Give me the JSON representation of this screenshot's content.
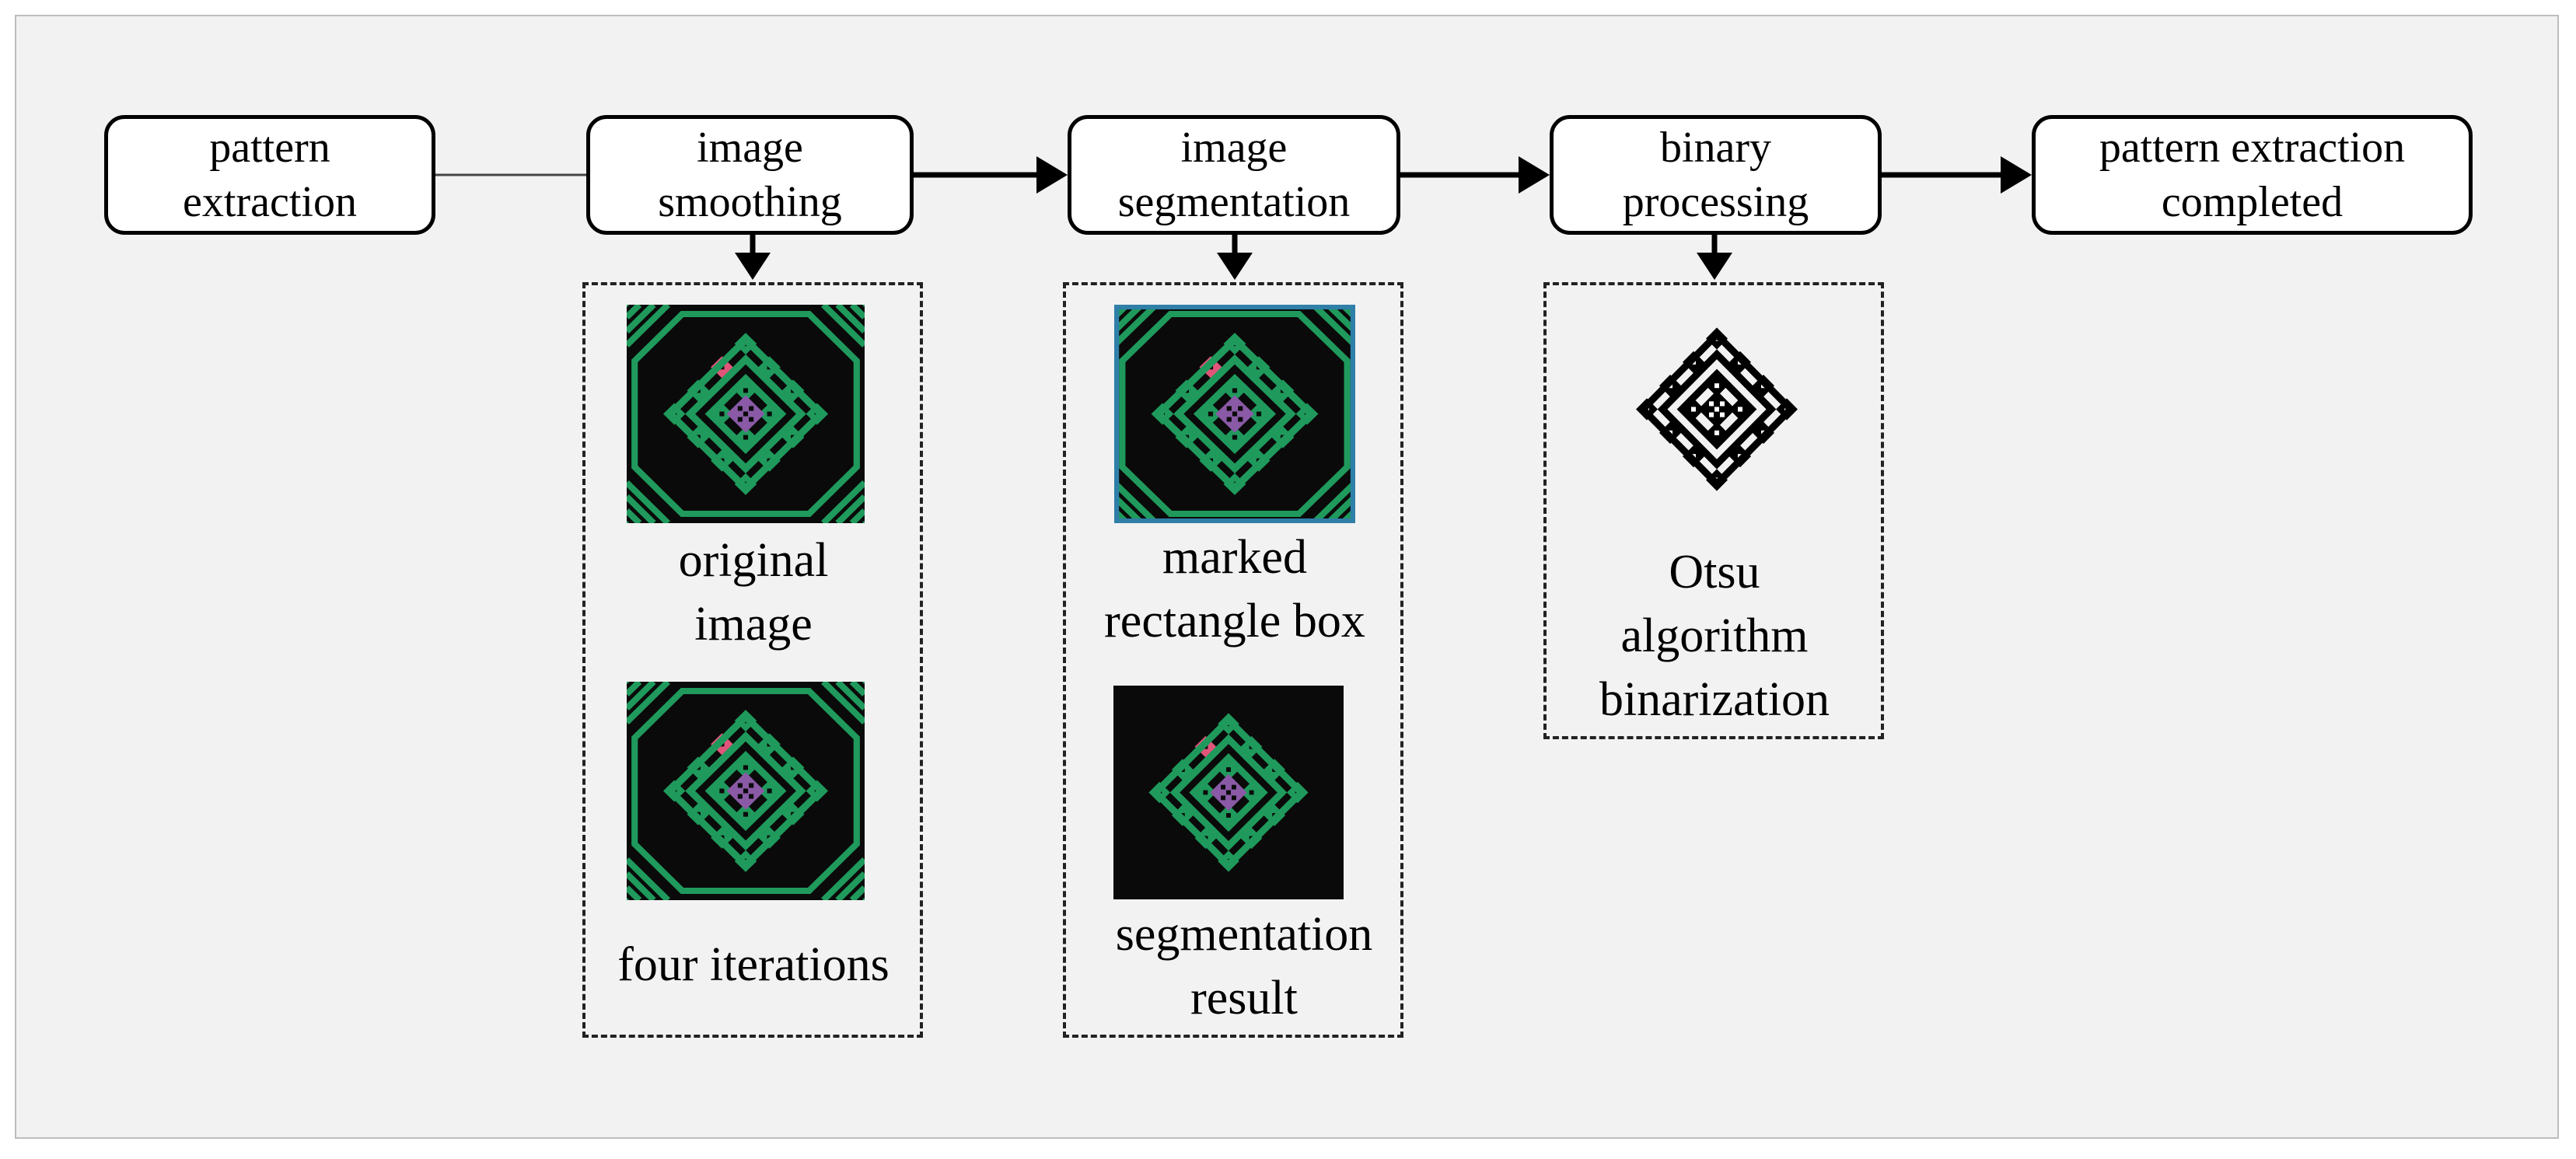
{
  "nodes": {
    "pattern_extraction": "pattern\nextraction",
    "image_smoothing": "image\nsmoothing",
    "image_segmentation": "image\nsegmentation",
    "binary_processing": "binary\nprocessing",
    "pattern_extraction_completed": "pattern extraction\ncompleted"
  },
  "captions": {
    "original_image": "original\nimage",
    "four_iterations": "four iterations",
    "marked_rectangle_box": "marked\nrectangle box",
    "segmentation_result": "segmentation\nresult",
    "otsu_binarization": "Otsu\nalgorithm\nbinarization"
  },
  "colors": {
    "frame_background": "#f2f2f2",
    "pattern_green": "#1f9a5c",
    "pattern_black": "#0a0a0a",
    "diamond_pink": "#e2557a",
    "diamond_white": "#f4eef0",
    "diamond_yellow": "#e3d54a",
    "diamond_peach": "#f2c890",
    "center_purple": "#8a5aa6",
    "marked_box_outline": "#2f7fa8"
  },
  "icons": [
    "woven-pattern-icon",
    "binary-pattern-icon"
  ]
}
